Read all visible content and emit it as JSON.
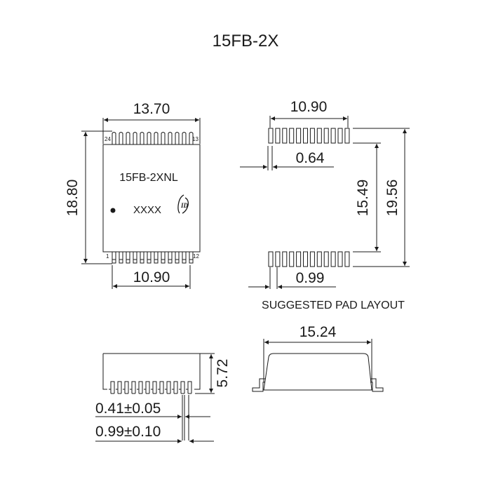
{
  "title": "15FB-2X",
  "top_view": {
    "width_label": "13.70",
    "height_label": "18.80",
    "pin_span_label": "10.90",
    "part_marking": "15FB-2XNL",
    "date_code": "XXXX",
    "pin_labels": {
      "top_left": "24",
      "top_right": "13",
      "bottom_left": "1",
      "bottom_right": "12"
    },
    "pins_per_side": 12
  },
  "pad_layout": {
    "caption": "SUGGESTED PAD LAYOUT",
    "span_label": "10.90",
    "pad_width_label": "0.64",
    "pitch_label": "0.99",
    "inner_label": "15.49",
    "outer_label": "19.56",
    "pads_per_row": 12
  },
  "side_view": {
    "height_label": "5.72",
    "lead_width_label": "0.41±0.05",
    "pitch_label": "0.99±0.10"
  },
  "end_view": {
    "width_label": "15.24"
  },
  "colors": {
    "line": "#1a1a1a",
    "background": "#ffffff"
  }
}
